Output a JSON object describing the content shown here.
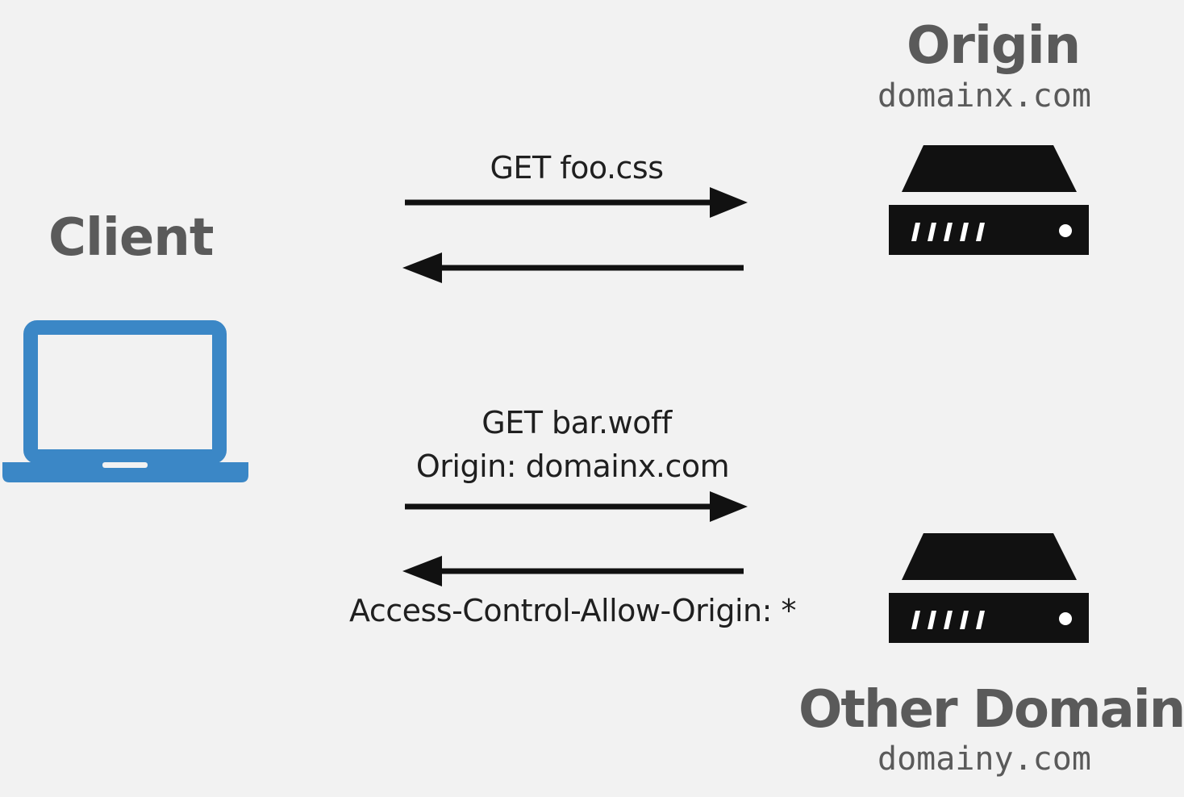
{
  "client": {
    "label": "Client",
    "icon": "laptop-icon",
    "color": "#3b87c6"
  },
  "origin": {
    "label": "Origin",
    "domain": "domainx.com",
    "icon": "server-icon"
  },
  "other": {
    "label": "Other Domain",
    "domain": "domainy.com",
    "icon": "server-icon"
  },
  "messages": {
    "request1": "GET foo.css",
    "request2_line1": "GET bar.woff",
    "request2_line2": "Origin: domainx.com",
    "response2": "Access-Control-Allow-Origin: *"
  },
  "colors": {
    "background": "#f2f2f2",
    "heading": "#5a5a5a",
    "arrow": "#111111",
    "server": "#111111"
  }
}
